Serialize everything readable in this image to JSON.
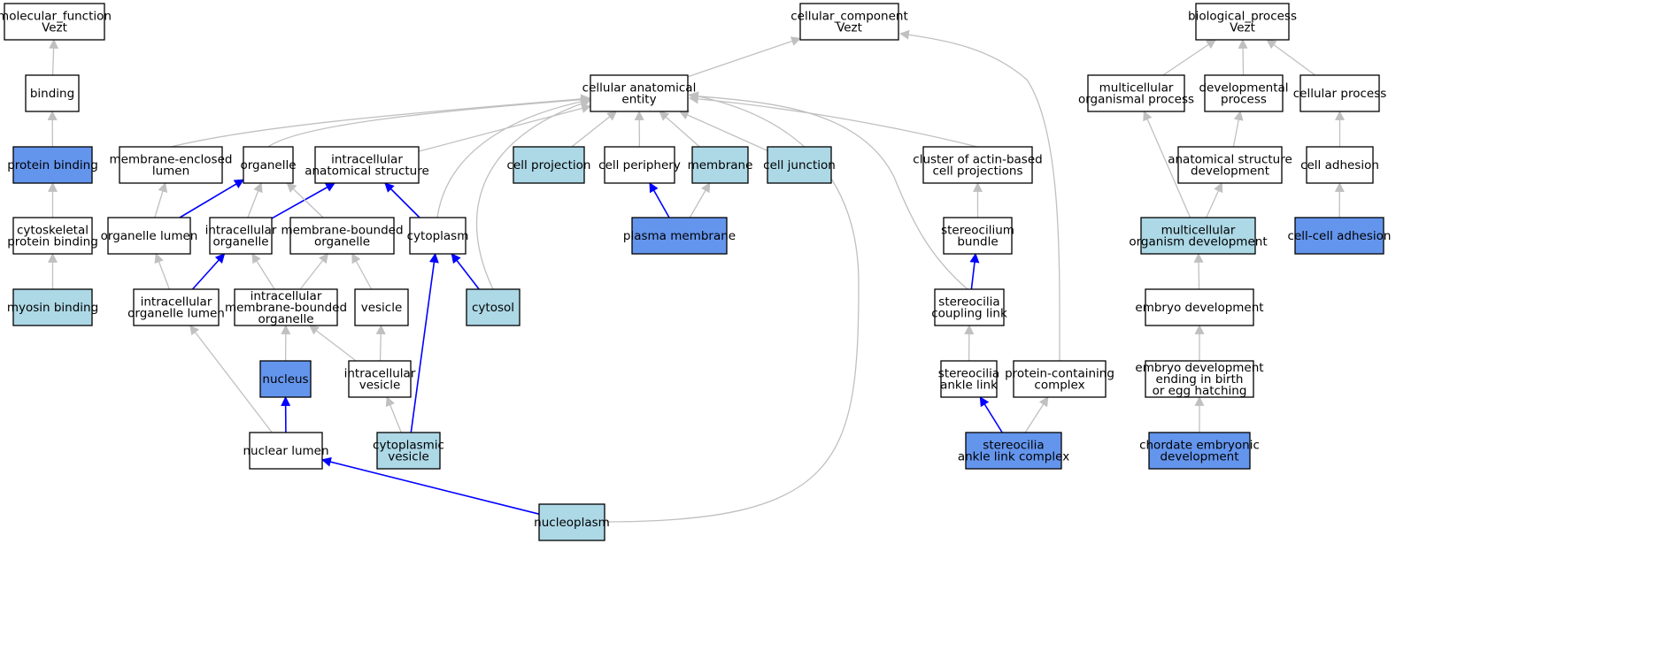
{
  "colors": {
    "plain": "#ffffff",
    "light": "#add8e6",
    "dark": "#6495ed",
    "edge_gray": "#c0c0c0",
    "edge_blue": "#0000ff"
  },
  "nodes": [
    {
      "id": "mf",
      "lines": [
        "molecular_function",
        "Vezt"
      ],
      "fill": "plain"
    },
    {
      "id": "binding",
      "lines": [
        "binding"
      ],
      "fill": "plain"
    },
    {
      "id": "protein_binding",
      "lines": [
        "protein binding"
      ],
      "fill": "dark"
    },
    {
      "id": "cytoskeletal",
      "lines": [
        "cytoskeletal",
        "protein binding"
      ],
      "fill": "plain"
    },
    {
      "id": "myosin",
      "lines": [
        "myosin binding"
      ],
      "fill": "light"
    },
    {
      "id": "cc",
      "lines": [
        "cellular_component",
        "Vezt"
      ],
      "fill": "plain"
    },
    {
      "id": "cae",
      "lines": [
        "cellular anatomical",
        "entity"
      ],
      "fill": "plain"
    },
    {
      "id": "mel",
      "lines": [
        "membrane-enclosed",
        "lumen"
      ],
      "fill": "plain"
    },
    {
      "id": "organelle",
      "lines": [
        "organelle"
      ],
      "fill": "plain"
    },
    {
      "id": "ias",
      "lines": [
        "intracellular",
        "anatomical structure"
      ],
      "fill": "plain"
    },
    {
      "id": "cproj",
      "lines": [
        "cell projection"
      ],
      "fill": "light"
    },
    {
      "id": "cperiph",
      "lines": [
        "cell periphery"
      ],
      "fill": "plain"
    },
    {
      "id": "membrane",
      "lines": [
        "membrane"
      ],
      "fill": "light"
    },
    {
      "id": "cjunc",
      "lines": [
        "cell junction"
      ],
      "fill": "light"
    },
    {
      "id": "cluster",
      "lines": [
        "cluster of actin-based",
        "cell projections"
      ],
      "fill": "plain"
    },
    {
      "id": "olumen",
      "lines": [
        "organelle lumen"
      ],
      "fill": "plain"
    },
    {
      "id": "iorg",
      "lines": [
        "intracellular",
        "organelle"
      ],
      "fill": "plain"
    },
    {
      "id": "mbo",
      "lines": [
        "membrane-bounded",
        "organelle"
      ],
      "fill": "plain"
    },
    {
      "id": "cytoplasm",
      "lines": [
        "cytoplasm"
      ],
      "fill": "plain"
    },
    {
      "id": "pm",
      "lines": [
        "plasma membrane"
      ],
      "fill": "dark"
    },
    {
      "id": "sbundle",
      "lines": [
        "stereocilium",
        "bundle"
      ],
      "fill": "plain"
    },
    {
      "id": "iol",
      "lines": [
        "intracellular",
        "organelle lumen"
      ],
      "fill": "plain"
    },
    {
      "id": "imbo",
      "lines": [
        "intracellular",
        "membrane-bounded",
        "organelle"
      ],
      "fill": "plain"
    },
    {
      "id": "vesicle",
      "lines": [
        "vesicle"
      ],
      "fill": "plain"
    },
    {
      "id": "cytosol",
      "lines": [
        "cytosol"
      ],
      "fill": "light"
    },
    {
      "id": "scl",
      "lines": [
        "stereocilia",
        "coupling link"
      ],
      "fill": "plain"
    },
    {
      "id": "nucleus",
      "lines": [
        "nucleus"
      ],
      "fill": "dark"
    },
    {
      "id": "ivesicle",
      "lines": [
        "intracellular",
        "vesicle"
      ],
      "fill": "plain"
    },
    {
      "id": "sal",
      "lines": [
        "stereocilia",
        "ankle link"
      ],
      "fill": "plain"
    },
    {
      "id": "pcc",
      "lines": [
        "protein-containing",
        "complex"
      ],
      "fill": "plain"
    },
    {
      "id": "nlumen",
      "lines": [
        "nuclear lumen"
      ],
      "fill": "plain"
    },
    {
      "id": "cvesicle",
      "lines": [
        "cytoplasmic",
        "vesicle"
      ],
      "fill": "light"
    },
    {
      "id": "salc",
      "lines": [
        "stereocilia",
        "ankle link complex"
      ],
      "fill": "dark"
    },
    {
      "id": "nucleoplasm",
      "lines": [
        "nucleoplasm"
      ],
      "fill": "light"
    },
    {
      "id": "bp",
      "lines": [
        "biological_process",
        "Vezt"
      ],
      "fill": "plain"
    },
    {
      "id": "mop",
      "lines": [
        "multicellular",
        "organismal process"
      ],
      "fill": "plain"
    },
    {
      "id": "devp",
      "lines": [
        "developmental",
        "process"
      ],
      "fill": "plain"
    },
    {
      "id": "cellp",
      "lines": [
        "cellular process"
      ],
      "fill": "plain"
    },
    {
      "id": "asd",
      "lines": [
        "anatomical structure",
        "development"
      ],
      "fill": "plain"
    },
    {
      "id": "cadh",
      "lines": [
        "cell adhesion"
      ],
      "fill": "plain"
    },
    {
      "id": "mod",
      "lines": [
        "multicellular",
        "organism development"
      ],
      "fill": "light"
    },
    {
      "id": "ccadh",
      "lines": [
        "cell-cell adhesion"
      ],
      "fill": "dark"
    },
    {
      "id": "embryo",
      "lines": [
        "embryo development"
      ],
      "fill": "plain"
    },
    {
      "id": "ebirth",
      "lines": [
        "embryo development",
        "ending in birth",
        "or egg hatching"
      ],
      "fill": "plain"
    },
    {
      "id": "chordate",
      "lines": [
        "chordate embryonic",
        "development"
      ],
      "fill": "dark"
    }
  ],
  "edges": [
    {
      "from": "binding",
      "to": "mf",
      "color": "gray"
    },
    {
      "from": "protein_binding",
      "to": "binding",
      "color": "gray"
    },
    {
      "from": "cytoskeletal",
      "to": "protein_binding",
      "color": "gray"
    },
    {
      "from": "myosin",
      "to": "cytoskeletal",
      "color": "gray"
    },
    {
      "from": "cae",
      "to": "cc",
      "color": "gray"
    },
    {
      "from": "mel",
      "to": "cae",
      "color": "gray"
    },
    {
      "from": "organelle",
      "to": "cae",
      "color": "gray"
    },
    {
      "from": "ias",
      "to": "cae",
      "color": "gray"
    },
    {
      "from": "cproj",
      "to": "cae",
      "color": "gray"
    },
    {
      "from": "cperiph",
      "to": "cae",
      "color": "gray"
    },
    {
      "from": "membrane",
      "to": "cae",
      "color": "gray"
    },
    {
      "from": "cjunc",
      "to": "cae",
      "color": "gray"
    },
    {
      "from": "cluster",
      "to": "cae",
      "color": "gray"
    },
    {
      "from": "cytoplasm",
      "to": "cae",
      "color": "gray"
    },
    {
      "from": "cytosol",
      "to": "cae",
      "color": "gray"
    },
    {
      "from": "scl",
      "to": "cae",
      "color": "gray"
    },
    {
      "from": "nucleoplasm",
      "to": "cae",
      "color": "gray"
    },
    {
      "from": "pcc",
      "to": "cc",
      "color": "gray"
    },
    {
      "from": "olumen",
      "to": "mel",
      "color": "gray"
    },
    {
      "from": "olumen",
      "to": "organelle",
      "color": "blue"
    },
    {
      "from": "iorg",
      "to": "organelle",
      "color": "gray"
    },
    {
      "from": "iorg",
      "to": "ias",
      "color": "blue"
    },
    {
      "from": "mbo",
      "to": "organelle",
      "color": "gray"
    },
    {
      "from": "cytoplasm",
      "to": "ias",
      "color": "blue"
    },
    {
      "from": "pm",
      "to": "cperiph",
      "color": "blue"
    },
    {
      "from": "pm",
      "to": "membrane",
      "color": "gray"
    },
    {
      "from": "sbundle",
      "to": "cluster",
      "color": "gray"
    },
    {
      "from": "iol",
      "to": "olumen",
      "color": "gray"
    },
    {
      "from": "iol",
      "to": "iorg",
      "color": "blue"
    },
    {
      "from": "imbo",
      "to": "iorg",
      "color": "gray"
    },
    {
      "from": "imbo",
      "to": "mbo",
      "color": "gray"
    },
    {
      "from": "vesicle",
      "to": "mbo",
      "color": "gray"
    },
    {
      "from": "cytosol",
      "to": "cytoplasm",
      "color": "blue"
    },
    {
      "from": "scl",
      "to": "sbundle",
      "color": "blue"
    },
    {
      "from": "nucleus",
      "to": "imbo",
      "color": "gray"
    },
    {
      "from": "ivesicle",
      "to": "imbo",
      "color": "gray"
    },
    {
      "from": "ivesicle",
      "to": "vesicle",
      "color": "gray"
    },
    {
      "from": "sal",
      "to": "scl",
      "color": "gray"
    },
    {
      "from": "nlumen",
      "to": "iol",
      "color": "gray"
    },
    {
      "from": "nlumen",
      "to": "nucleus",
      "color": "blue"
    },
    {
      "from": "cvesicle",
      "to": "ivesicle",
      "color": "gray"
    },
    {
      "from": "cvesicle",
      "to": "cytoplasm",
      "color": "blue"
    },
    {
      "from": "salc",
      "to": "sal",
      "color": "blue"
    },
    {
      "from": "salc",
      "to": "pcc",
      "color": "gray"
    },
    {
      "from": "nucleoplasm",
      "to": "nlumen",
      "color": "blue"
    },
    {
      "from": "mop",
      "to": "bp",
      "color": "gray"
    },
    {
      "from": "devp",
      "to": "bp",
      "color": "gray"
    },
    {
      "from": "cellp",
      "to": "bp",
      "color": "gray"
    },
    {
      "from": "asd",
      "to": "devp",
      "color": "gray"
    },
    {
      "from": "cadh",
      "to": "cellp",
      "color": "gray"
    },
    {
      "from": "mod",
      "to": "mop",
      "color": "gray"
    },
    {
      "from": "mod",
      "to": "asd",
      "color": "gray"
    },
    {
      "from": "ccadh",
      "to": "cadh",
      "color": "gray"
    },
    {
      "from": "embryo",
      "to": "mod",
      "color": "gray"
    },
    {
      "from": "ebirth",
      "to": "embryo",
      "color": "gray"
    },
    {
      "from": "chordate",
      "to": "ebirth",
      "color": "gray"
    }
  ]
}
